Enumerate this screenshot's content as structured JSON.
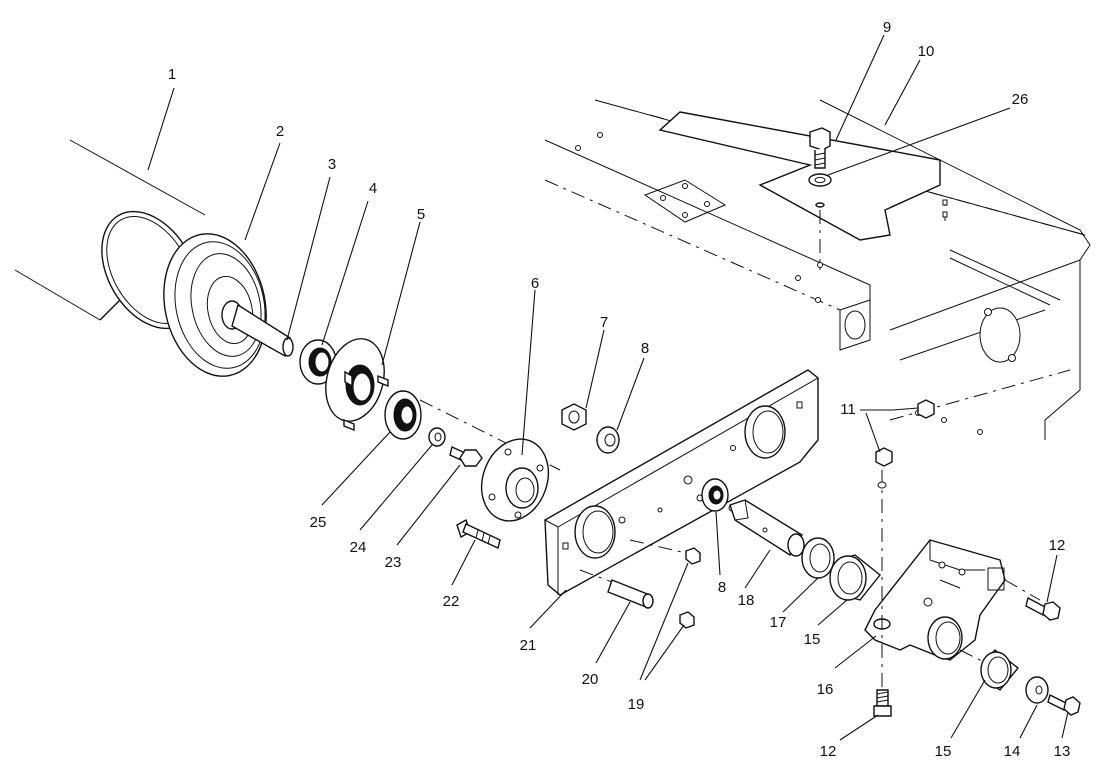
{
  "callouts": [
    {
      "id": "c1",
      "text": "1"
    },
    {
      "id": "c2",
      "text": "2"
    },
    {
      "id": "c3",
      "text": "3"
    },
    {
      "id": "c4",
      "text": "4"
    },
    {
      "id": "c5",
      "text": "5"
    },
    {
      "id": "c6",
      "text": "6"
    },
    {
      "id": "c7",
      "text": "7"
    },
    {
      "id": "c8a",
      "text": "8"
    },
    {
      "id": "c8b",
      "text": "8"
    },
    {
      "id": "c9",
      "text": "9"
    },
    {
      "id": "c10",
      "text": "10"
    },
    {
      "id": "c11",
      "text": "11"
    },
    {
      "id": "c12a",
      "text": "12"
    },
    {
      "id": "c12b",
      "text": "12"
    },
    {
      "id": "c13",
      "text": "13"
    },
    {
      "id": "c14",
      "text": "14"
    },
    {
      "id": "c15a",
      "text": "15"
    },
    {
      "id": "c15b",
      "text": "15"
    },
    {
      "id": "c16",
      "text": "16"
    },
    {
      "id": "c17",
      "text": "17"
    },
    {
      "id": "c18",
      "text": "18"
    },
    {
      "id": "c19",
      "text": "19"
    },
    {
      "id": "c20",
      "text": "20"
    },
    {
      "id": "c21",
      "text": "21"
    },
    {
      "id": "c22",
      "text": "22"
    },
    {
      "id": "c23",
      "text": "23"
    },
    {
      "id": "c24",
      "text": "24"
    },
    {
      "id": "c25",
      "text": "25"
    },
    {
      "id": "c26",
      "text": "26"
    }
  ]
}
